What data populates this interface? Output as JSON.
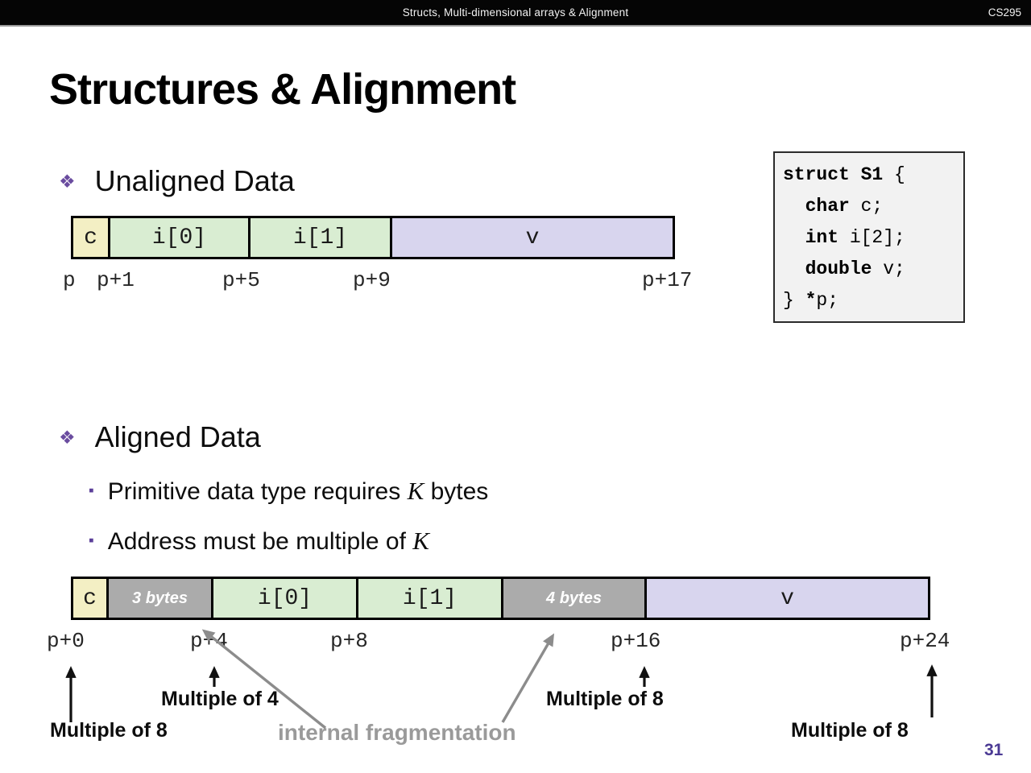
{
  "top_bar": {
    "title": "Structs, Multi-dimensional arrays & Alignment",
    "course": "CS295"
  },
  "title": "Structures & Alignment",
  "page_number": "31",
  "unaligned": {
    "heading": "Unaligned Data",
    "blocks": [
      {
        "label": "c",
        "type": "char",
        "bytes": 1
      },
      {
        "label": "i[0]",
        "type": "int",
        "bytes": 4
      },
      {
        "label": "i[1]",
        "type": "int",
        "bytes": 4
      },
      {
        "label": "v",
        "type": "double",
        "bytes": 8
      }
    ],
    "addresses": [
      "p",
      "p+1",
      "p+5",
      "p+9",
      "p+17"
    ]
  },
  "struct_code": {
    "l1_kw": "struct S1",
    "l1_rest": " {",
    "l2_kw": "  char",
    "l2_rest": " c;",
    "l3_kw": "  int",
    "l3_rest": " i[2];",
    "l4_kw": "  double",
    "l4_rest": " v;",
    "l5_pre": "} ",
    "l5_star": "*",
    "l5_rest": "p;"
  },
  "aligned": {
    "heading": "Aligned Data",
    "sub_bullets": [
      {
        "pre": "Primitive data type requires ",
        "k": "K",
        "post": " bytes"
      },
      {
        "pre": "Address must be multiple of ",
        "k": "K",
        "post": ""
      }
    ],
    "blocks": [
      {
        "label": "c",
        "type": "char"
      },
      {
        "label": "3 bytes",
        "type": "padding"
      },
      {
        "label": "i[0]",
        "type": "int"
      },
      {
        "label": "i[1]",
        "type": "int"
      },
      {
        "label": "4 bytes",
        "type": "padding"
      },
      {
        "label": "v",
        "type": "double"
      }
    ],
    "addresses": [
      "p+0",
      "p+4",
      "p+8",
      "p+16",
      "p+24"
    ]
  },
  "annotations": {
    "multiple_of_8_p0": "Multiple of 8",
    "multiple_of_4_p4": "Multiple of 4",
    "multiple_of_8_p16": "Multiple of 8",
    "multiple_of_8_p24": "Multiple of 8",
    "internal_fragmentation": "internal fragmentation"
  },
  "colors": {
    "char_block": "#f3efc4",
    "int_block": "#d9edd2",
    "double_block": "#d8d5ee",
    "padding_block": "#ababab",
    "accent_purple": "#5b3f99",
    "annotation_gray": "#9a9a9a"
  }
}
